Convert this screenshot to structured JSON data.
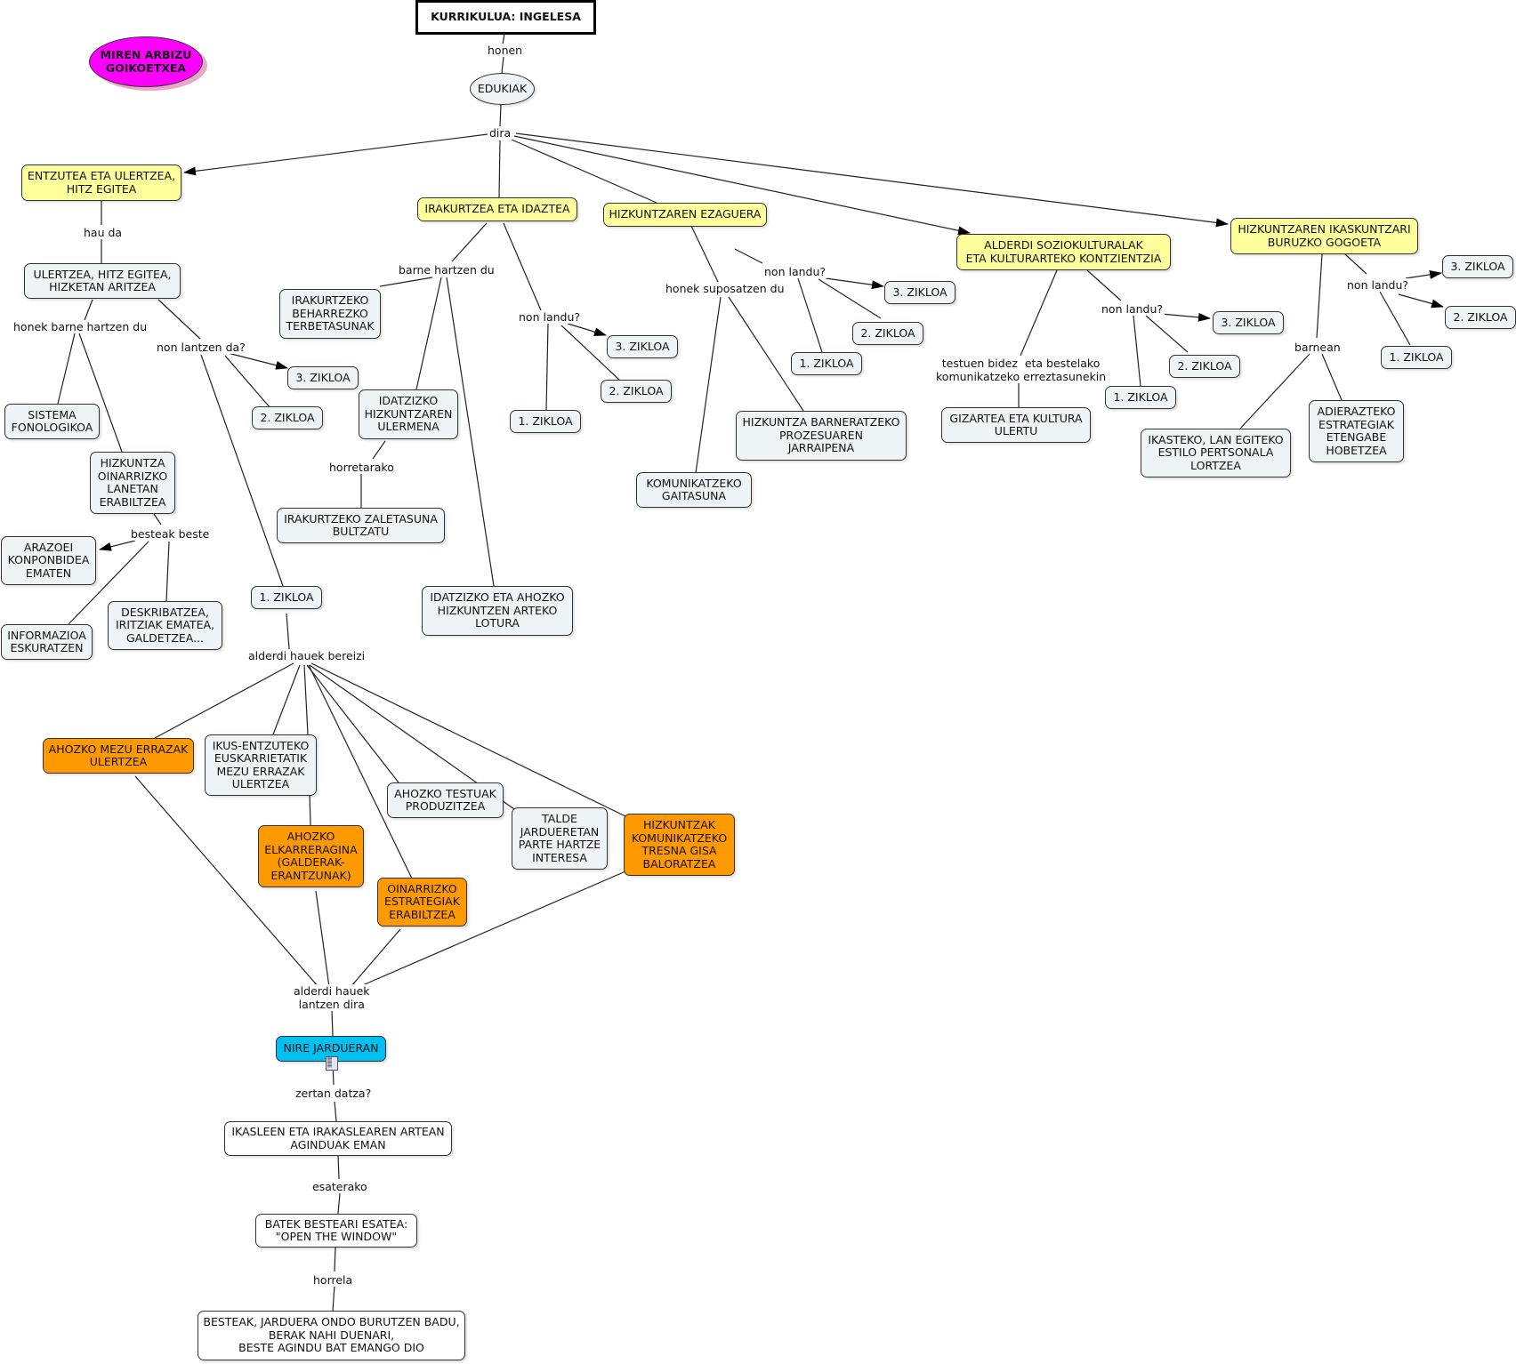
{
  "nodes": {
    "title": "KURRIKULUA: INGELESA",
    "author": "MIREN ARBIZU\nGOIKOETXEA",
    "edukiak": "EDUKIAK",
    "entzutea": "ENTZUTEA ETA ULERTZEA,\nHITZ EGITEA",
    "irakurtzea": "IRAKURTZEA ETA IDAZTEA",
    "ezaguera": "HIZKUNTZAREN EZAGUERA",
    "alderdi_sozio": "ALDERDI SOZIOKULTURALAK\nETA KULTURARTEKO KONTZIENTZIA",
    "ikaskuntzari": "HIZKUNTZAREN IKASKUNTZARI\nBURUZKO GOGOETA",
    "ulertzea": "ULERTZEA, HITZ EGITEA,\nHIZKETAN ARITZEA",
    "sistema": "SISTEMA\nFONOLOGIKOA",
    "hizkuntza_oinarrizko": "HIZKUNTZA\nOINARRIZKO\nLANETAN\nERABILTZEA",
    "arazoei": "ARAZOEI\nKONPONBIDEA\nEMATEN",
    "informazioa": "INFORMAZIOA\nESKURATZEN",
    "deskribatzea": "DESKRIBATZEA,\nIRITZIAK EMATEA,\nGALDETZEA...",
    "z3_a": "3. ZIKLOA",
    "z2_a": "2. ZIKLOA",
    "z1_a": "1. ZIKLOA",
    "irakurtzeko_beharrezko": "IRAKURTZEKO\nBEHARREZKO\nTERBETASUNAK",
    "idatzizko_ulermena": "IDATZIZKO\nHIZKUNTZAREN\nULERMENA",
    "irakurtzeko_zaletasuna": "IRAKURTZEKO ZALETASUNA\nBULTZATU",
    "idatzizko_ahozko": "IDATZIZKO ETA AHOZKO\nHIZKUNTZEN ARTEKO\nLOTURA",
    "z3_b": "3. ZIKLOA",
    "z2_b": "2. ZIKLOA",
    "z1_b": "1. ZIKLOA",
    "z3_c": "3. ZIKLOA",
    "z2_c": "2. ZIKLOA",
    "z1_c": "1. ZIKLOA",
    "barneratzeko": "HIZKUNTZA BARNERATZEKO\nPROZESUAREN\nJARRAIPENA",
    "komunikatzeko_gaitasuna": "KOMUNIKATZEKO\nGAITASUNA",
    "z3_d": "3. ZIKLOA",
    "z2_d": "2. ZIKLOA",
    "z1_d": "1. ZIKLOA",
    "gizartea": "GIZARTEA ETA KULTURA\nULERTU",
    "z3_e": "3. ZIKLOA",
    "z2_e": "2. ZIKLOA",
    "z1_e": "1. ZIKLOA",
    "ikasteko": "IKASTEKO, LAN EGITEKO\nESTILO PERTSONALA\nLORTZEA",
    "adierazteko": "ADIERAZTEKO\nESTRATEGIAK\nETENGABE\nHOBETZEA",
    "ahozko_mezu": "AHOZKO MEZU ERRAZAK\nULERTZEA",
    "ikus_entzuteko": "IKUS-ENTZUTEKO\nEUSKARRIETATIK\nMEZU ERRAZAK\nULERTZEA",
    "ahozko_testuak": "AHOZKO TESTUAK\nPRODUZITZEA",
    "talde": "TALDE\nJARDUERETAN\nPARTE HARTZE\nINTERESA",
    "hizkuntzak_komunikatzeko": "HIZKUNTZAK\nKOMUNIKATZEKO\nTRESNA GISA\nBALORATZEA",
    "ahozko_elkarreragina": "AHOZKO\nELKARRERAGINA\n(GALDERAK-\nERANTZUNAK)",
    "oinarrizko_estrategiak": "OINARRIZKO\nESTRATEGIAK\nERABILTZEA",
    "nire_jardueran": "NIRE JARDUERAN",
    "ikasleen": "IKASLEEN ETA IRAKASLEAREN ARTEAN\nAGINDUAK EMAN",
    "batek": "BATEK BESTEARI ESATEA:\n\"OPEN THE WINDOW\"",
    "besteak": "BESTEAK, JARDUERA ONDO BURUTZEN BADU,\nBERAK NAHI DUENARI,\nBESTE AGINDU BAT EMANGO DIO"
  },
  "links": {
    "honen": "honen",
    "dira": "dira",
    "hau_da": "hau da",
    "honek_barne": "honek barne hartzen du",
    "non_lantzen": "non lantzen da?",
    "besteak_beste": "besteak beste",
    "barne_hartzen": "barne hartzen du",
    "horretarako": "horretarako",
    "non_landu_b": "non landu?",
    "honek_suposatzen": "honek suposatzen du",
    "non_landu_c": "non landu?",
    "testuen_bidez": "testuen bidez  eta bestelako\nkomunikatzeko erreztasunekin",
    "non_landu_d": "non landu?",
    "non_landu_e": "non landu?",
    "barnean": "barnean",
    "alderdi_bereizi": "alderdi hauek bereizi",
    "alderdi_lantzen": "alderdi hauek\nlantzen dira",
    "zertan": "zertan datza?",
    "esaterako": "esaterako",
    "horrela": "horrela"
  },
  "icons": {
    "resource": "document-icon"
  }
}
